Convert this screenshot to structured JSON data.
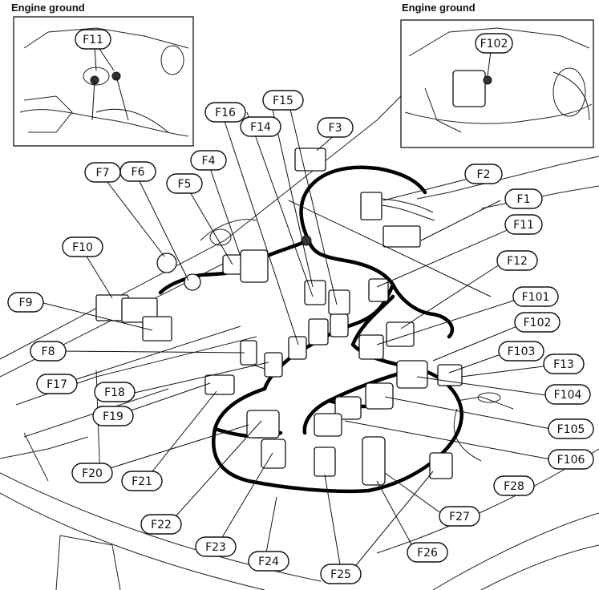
{
  "insets": [
    {
      "heading": "Engine ground",
      "label": "F11"
    },
    {
      "heading": "Engine ground",
      "label": "F102"
    }
  ],
  "connectors": [
    "F1",
    "F2",
    "F3",
    "F4",
    "F5",
    "F6",
    "F7",
    "F8",
    "F9",
    "F10",
    "F11",
    "F12",
    "F13",
    "F14",
    "F15",
    "F16",
    "F17",
    "F18",
    "F19",
    "F20",
    "F21",
    "F22",
    "F23",
    "F24",
    "F25",
    "F26",
    "F27",
    "F28",
    "F101",
    "F102",
    "F103",
    "F104",
    "F105",
    "F106"
  ]
}
